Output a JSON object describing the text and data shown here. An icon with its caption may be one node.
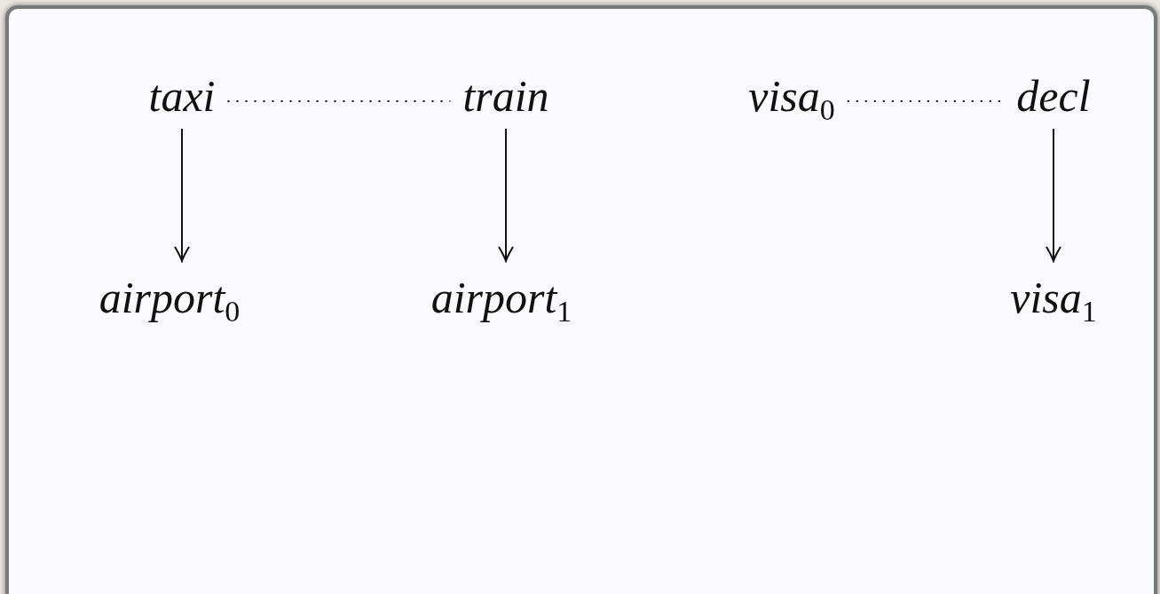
{
  "diagram": {
    "nodes": [
      {
        "text": [
          "taxi"
        ]
      },
      {
        "text": [
          "train"
        ]
      },
      {
        "text": [
          "visa$_{0}$"
        ]
      },
      {
        "text": [
          "decl"
        ]
      },
      {
        "text": [
          "airport$_{0}$"
        ]
      },
      {
        "text": [
          "airport$_{1}$"
        ]
      },
      {
        "text": [
          "visa$_{1}$"
        ]
      }
    ],
    "edges": [
      {
        "from": 0,
        "to": 1,
        "arrow": "none",
        "style": "dashed"
      },
      {
        "from": 2,
        "to": 3,
        "arrow": "none",
        "style": "dashed"
      },
      {
        "from": 0,
        "to": 4,
        "arrow": "to"
      },
      {
        "from": 1,
        "to": 5,
        "arrow": "to"
      },
      {
        "from": 3,
        "to": 6,
        "arrow": "to"
      }
    ]
  }
}
